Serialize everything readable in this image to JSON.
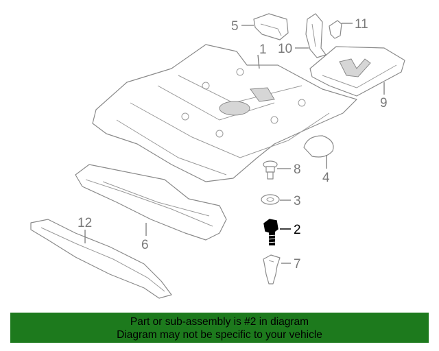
{
  "diagram": {
    "highlighted_part": "2",
    "callouts": [
      "1",
      "2",
      "3",
      "4",
      "5",
      "6",
      "7",
      "8",
      "9",
      "10",
      "11",
      "12"
    ]
  },
  "banner": {
    "line1": "Part or sub-assembly is #2 in diagram",
    "line2": "Diagram may not be specific to your vehicle",
    "background_color": "#1d7a1d"
  },
  "colors": {
    "line_art": "#8a8a8a",
    "callout_text": "#7a7a7a",
    "highlighted_part": "#000000"
  }
}
